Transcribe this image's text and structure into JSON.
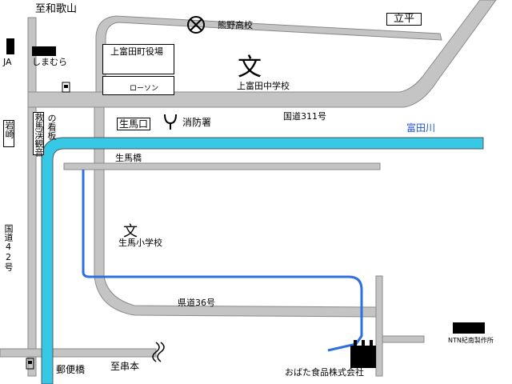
{
  "colors": {
    "road": "#c4c4c4",
    "road_edge": "#8a8a8a",
    "river": "#37c8e6",
    "stream": "#2e6fe0",
    "marker": "#000000",
    "factory_mark": "#1848c8"
  },
  "icons": {
    "school": "school-symbol-icon",
    "high_school": "high-school-symbol-icon",
    "town_office": "town-office-circle-icon",
    "fire_station": "fire-station-symbol-icon",
    "gas_station": "gas-station-icon",
    "factory": "factory-icon"
  },
  "labels": {
    "to_wakayama": "至和歌山",
    "nokami_high": "熊野高校",
    "tachibira": "立平",
    "ja": "JA",
    "shimamura": "しまむら",
    "town_office": "上富田町役場",
    "lawson": "ローソン",
    "junior_high": "上富田中学校",
    "route311": "国道311号",
    "iwasaki": "岩崎",
    "kannon_sign": "救馬渓観音",
    "kannon_sign_suffix": "の看板",
    "ikuma_exit": "生馬口",
    "fire_station": "消防署",
    "tondagawa": "富田川",
    "ikuma_bridge": "生馬橋",
    "route42": "国道42号",
    "ikuma_elementary": "生馬小学校",
    "pref36": "県道36号",
    "ntn": "NTN紀南製作所",
    "obata": "おばた食品株式会社",
    "post_bridge": "郵便橋",
    "to_kushimoto": "至串本"
  }
}
